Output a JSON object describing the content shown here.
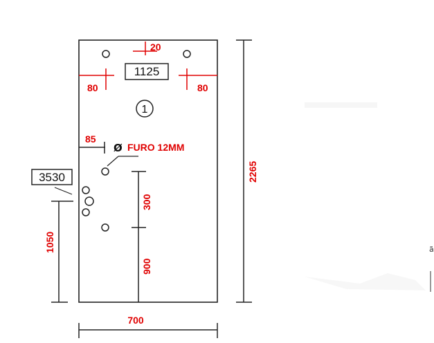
{
  "colors": {
    "dimension_text": "#e00000",
    "outline": "#222222",
    "background": "#ffffff"
  },
  "labels": {
    "top_code": "1125",
    "side_code": "3530",
    "part_number": "1",
    "hole_note": "FURO 12MM",
    "diameter_symbol": "Ø"
  },
  "dimensions": {
    "height_total": "2265",
    "width_total": "700",
    "top_offset": "20",
    "left_margin": "80",
    "right_margin": "80",
    "hole_inset": "85",
    "spacing_upper": "300",
    "spacing_lower": "900",
    "floor_height": "1050"
  }
}
